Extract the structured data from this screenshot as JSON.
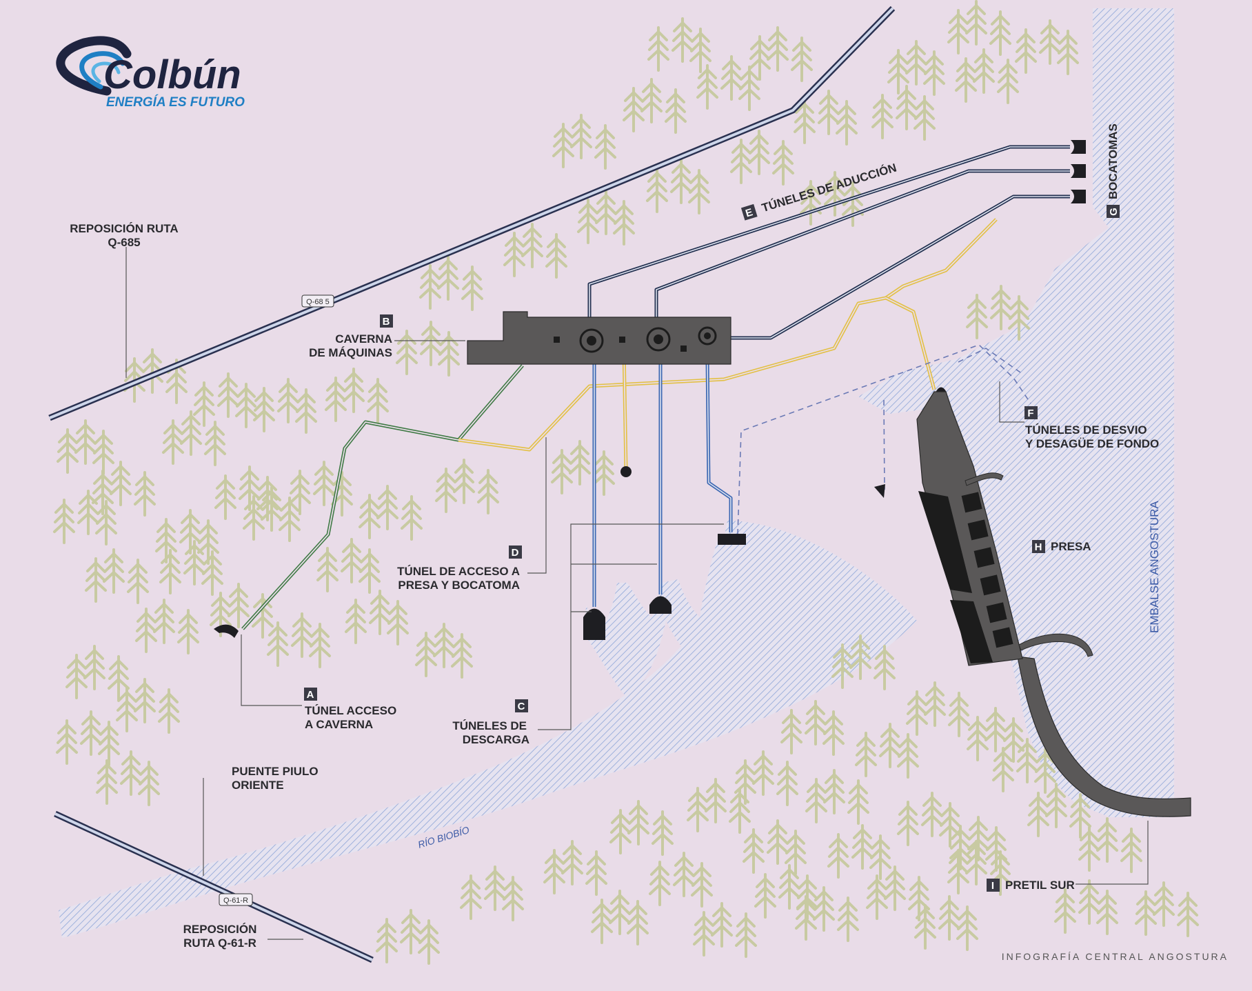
{
  "brand": {
    "name": "Colbún",
    "tagline": "ENERGÍA ES FUTURO"
  },
  "footer": "INFOGRAFÍA CENTRAL ANGOSTURA",
  "roads": {
    "q685": "Q-68 5",
    "q61r": "Q-61-R"
  },
  "water": {
    "river": "RÍO BIOBÍO",
    "reservoir": "EMBALSE ANGOSTURA"
  },
  "labels": {
    "reposicion_q685": [
      "REPOSICIÓN RUTA",
      "Q-685"
    ],
    "reposicion_q61r": [
      "REPOSICIÓN",
      "RUTA Q-61-R"
    ],
    "puente": [
      "PUENTE PIULO",
      "ORIENTE"
    ]
  },
  "components": [
    {
      "code": "A",
      "lines": [
        "TÚNEL ACCESO",
        "A CAVERNA"
      ]
    },
    {
      "code": "B",
      "lines": [
        "CAVERNA",
        "DE MÁQUINAS"
      ]
    },
    {
      "code": "C",
      "lines": [
        "TÚNELES DE",
        "DESCARGA"
      ]
    },
    {
      "code": "D",
      "lines": [
        "TÚNEL DE ACCESO A",
        "PRESA Y BOCATOMA"
      ]
    },
    {
      "code": "E",
      "lines": [
        "TÚNELES DE ADUCCIÓN"
      ]
    },
    {
      "code": "F",
      "lines": [
        "TÚNELES DE DESVIO",
        "Y DESAGÜE DE FONDO"
      ]
    },
    {
      "code": "G",
      "lines": [
        "BOCATOMAS"
      ]
    },
    {
      "code": "H",
      "lines": [
        "PRESA"
      ]
    },
    {
      "code": "I",
      "lines": [
        "PRETIL SUR"
      ]
    }
  ],
  "colors": {
    "background": "#e9dce8",
    "tree": "#c8caa2",
    "water_hatch": "#9fb1dc",
    "structure": "#5a5858",
    "adduction_tunnel": "#22304f",
    "discharge_tunnel": "#3d68b2",
    "access_tunnel_dam": "#e3c044",
    "access_tunnel_cavern": "#3f7a45",
    "badge": "#3a3a45"
  }
}
